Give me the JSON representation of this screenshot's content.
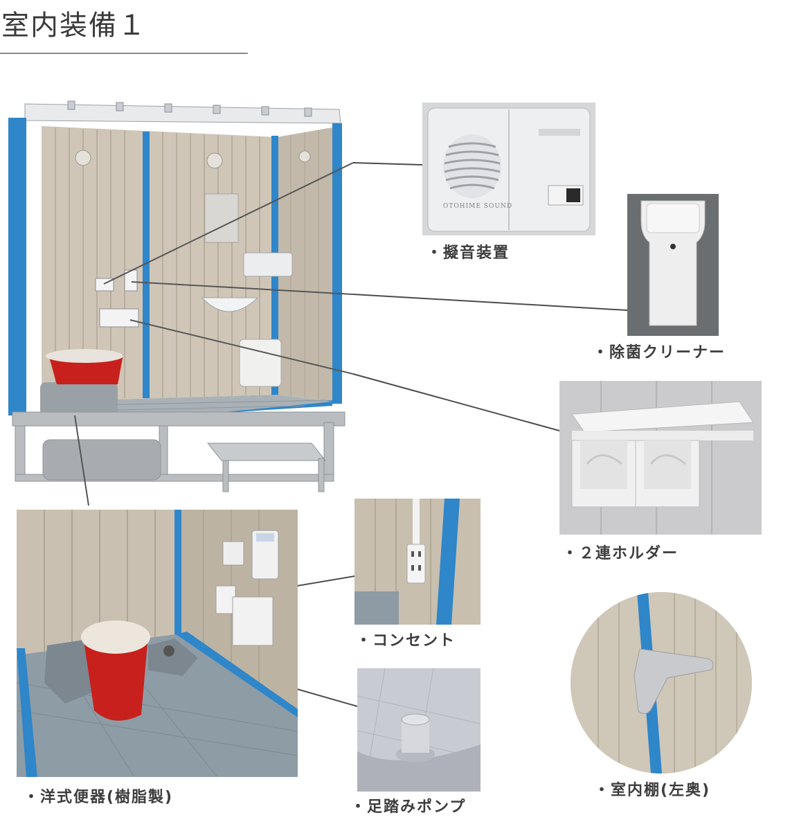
{
  "page": {
    "title": "室内装備１"
  },
  "items": {
    "sound_device": {
      "label": "・擬音装置",
      "brand": "OTOHIME SOUND"
    },
    "sanitizer": {
      "label": "・除菌クリーナー"
    },
    "holder": {
      "label": "・２連ホルダー"
    },
    "outlet": {
      "label": "・コンセント"
    },
    "shelf": {
      "label": "・室内棚(左奥)"
    },
    "toilet": {
      "label": "・洋式便器(樹脂製)"
    },
    "pump": {
      "label": "・足踏みポンプ"
    }
  },
  "colors": {
    "frame_blue": "#2f86c9",
    "wall_beige": "#cfc6b8",
    "toilet_red": "#c8201c",
    "floor_gray": "#8c9aa4",
    "steel": "#b9bdc0"
  }
}
